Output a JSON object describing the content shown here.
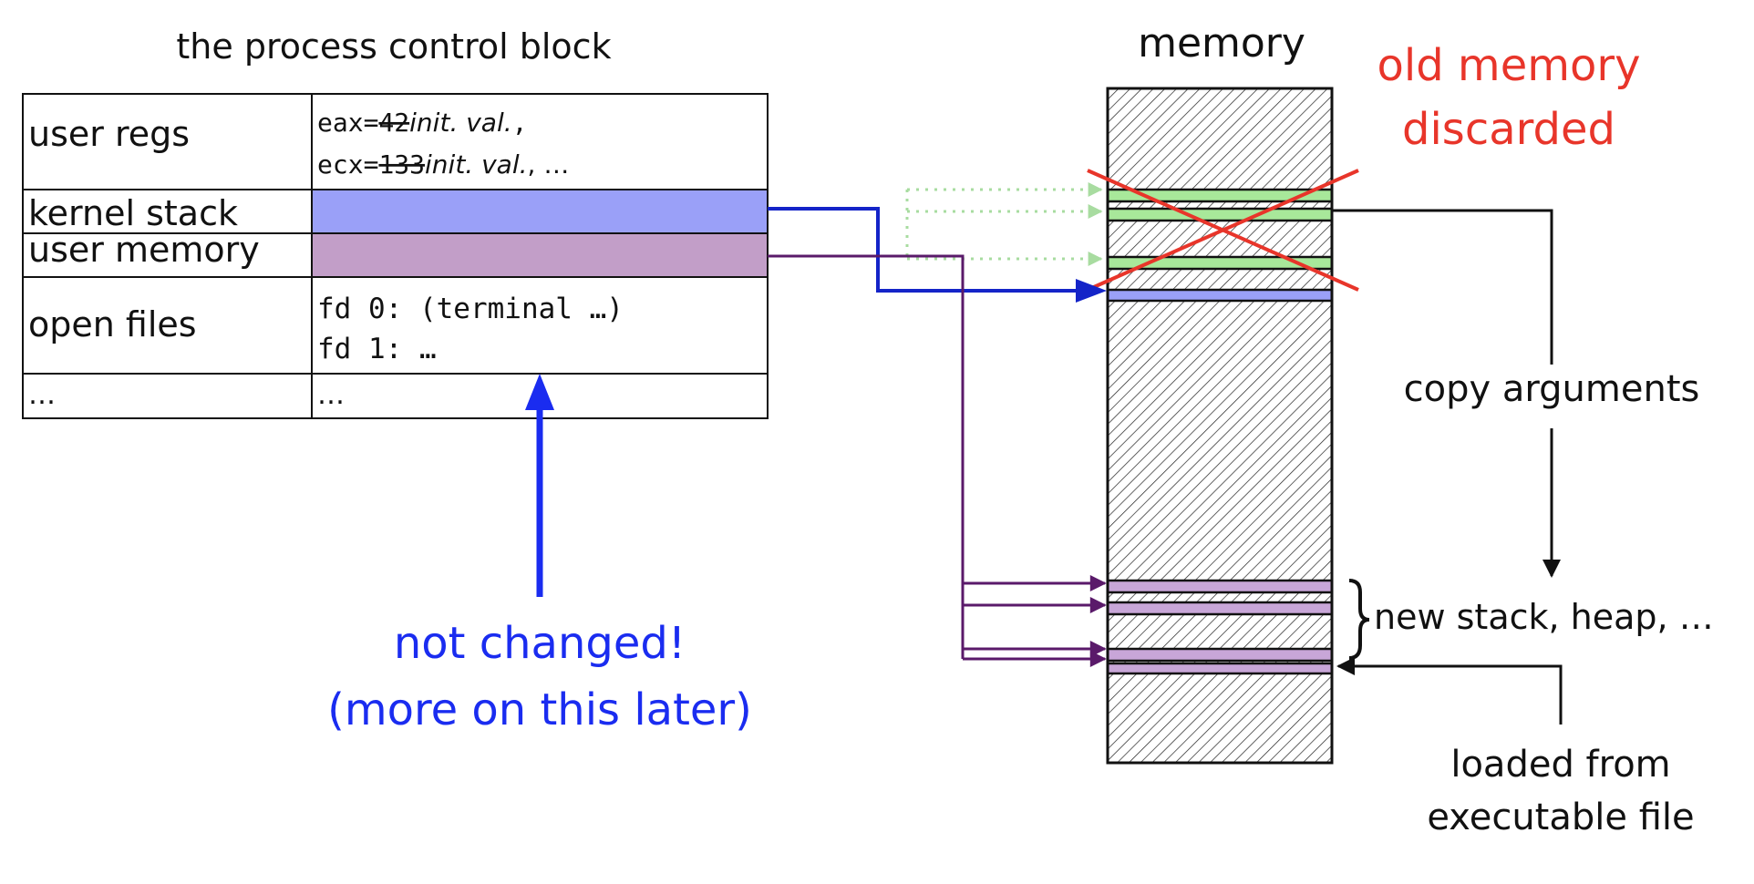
{
  "pcb": {
    "title": "the process control block",
    "rows": {
      "user_regs": {
        "label": "user regs",
        "line1_prefix": "eax=",
        "line1_old": "42",
        "line1_new": "init. val.",
        "line1_suffix": ",",
        "line2_prefix": "ecx=",
        "line2_old": "133",
        "line2_new": "init. val.",
        "line2_suffix": ", …"
      },
      "kernel_stack": {
        "label": "kernel stack"
      },
      "user_memory": {
        "label": "user memory"
      },
      "open_files": {
        "label": "open files",
        "line1": "fd 0: (terminal …)",
        "line2": "fd 1: …"
      },
      "more": {
        "label": "…",
        "value": "…"
      }
    }
  },
  "memory": {
    "title": "memory"
  },
  "annotations": {
    "old_memory_line1": "old memory",
    "old_memory_line2": "discarded",
    "copy_arguments": "copy arguments",
    "new_stack": "new stack, heap, …",
    "loaded_line1": "loaded from",
    "loaded_line2": "executable file",
    "not_changed_line1": "not changed!",
    "not_changed_line2": "(more on this later)"
  },
  "colors": {
    "kernel_stack_fill": "#9aa0f8",
    "user_memory_fill": "#c29ec8",
    "old_band_green": "#a8e89a",
    "new_band_purple": "#c8a6d8",
    "kernel_arrow": "#1424c8",
    "user_arrow": "#5a1a6a",
    "discard_red": "#e8352a",
    "note_blue": "#1a2cf0",
    "faint_green_arrow": "#a8dca0"
  }
}
